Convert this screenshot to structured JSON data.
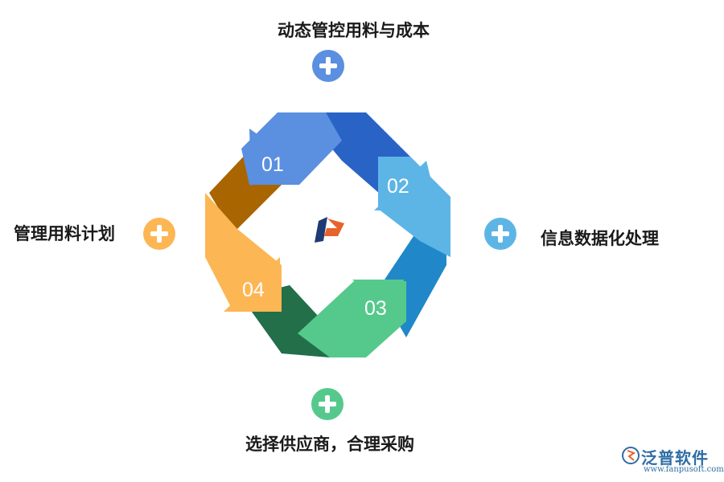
{
  "steps": [
    {
      "number": "01",
      "label": "动态管控用料与成本",
      "color": "#5b8fe0",
      "shadow": "#2a63c6"
    },
    {
      "number": "02",
      "label": "信息数据化处理",
      "color": "#5db5e6",
      "shadow": "#2088c9"
    },
    {
      "number": "03",
      "label": "选择供应商，合理采购",
      "color": "#55c98c",
      "shadow": "#226f4a"
    },
    {
      "number": "04",
      "label": "管理用料计划",
      "color": "#fdb654",
      "shadow": "#a86500"
    }
  ],
  "watermark": {
    "brand": "泛普软件",
    "url": "www.fanpusoft.com"
  },
  "colors": {
    "logo_navy": "#1f3b73",
    "logo_orange": "#e8622c"
  }
}
